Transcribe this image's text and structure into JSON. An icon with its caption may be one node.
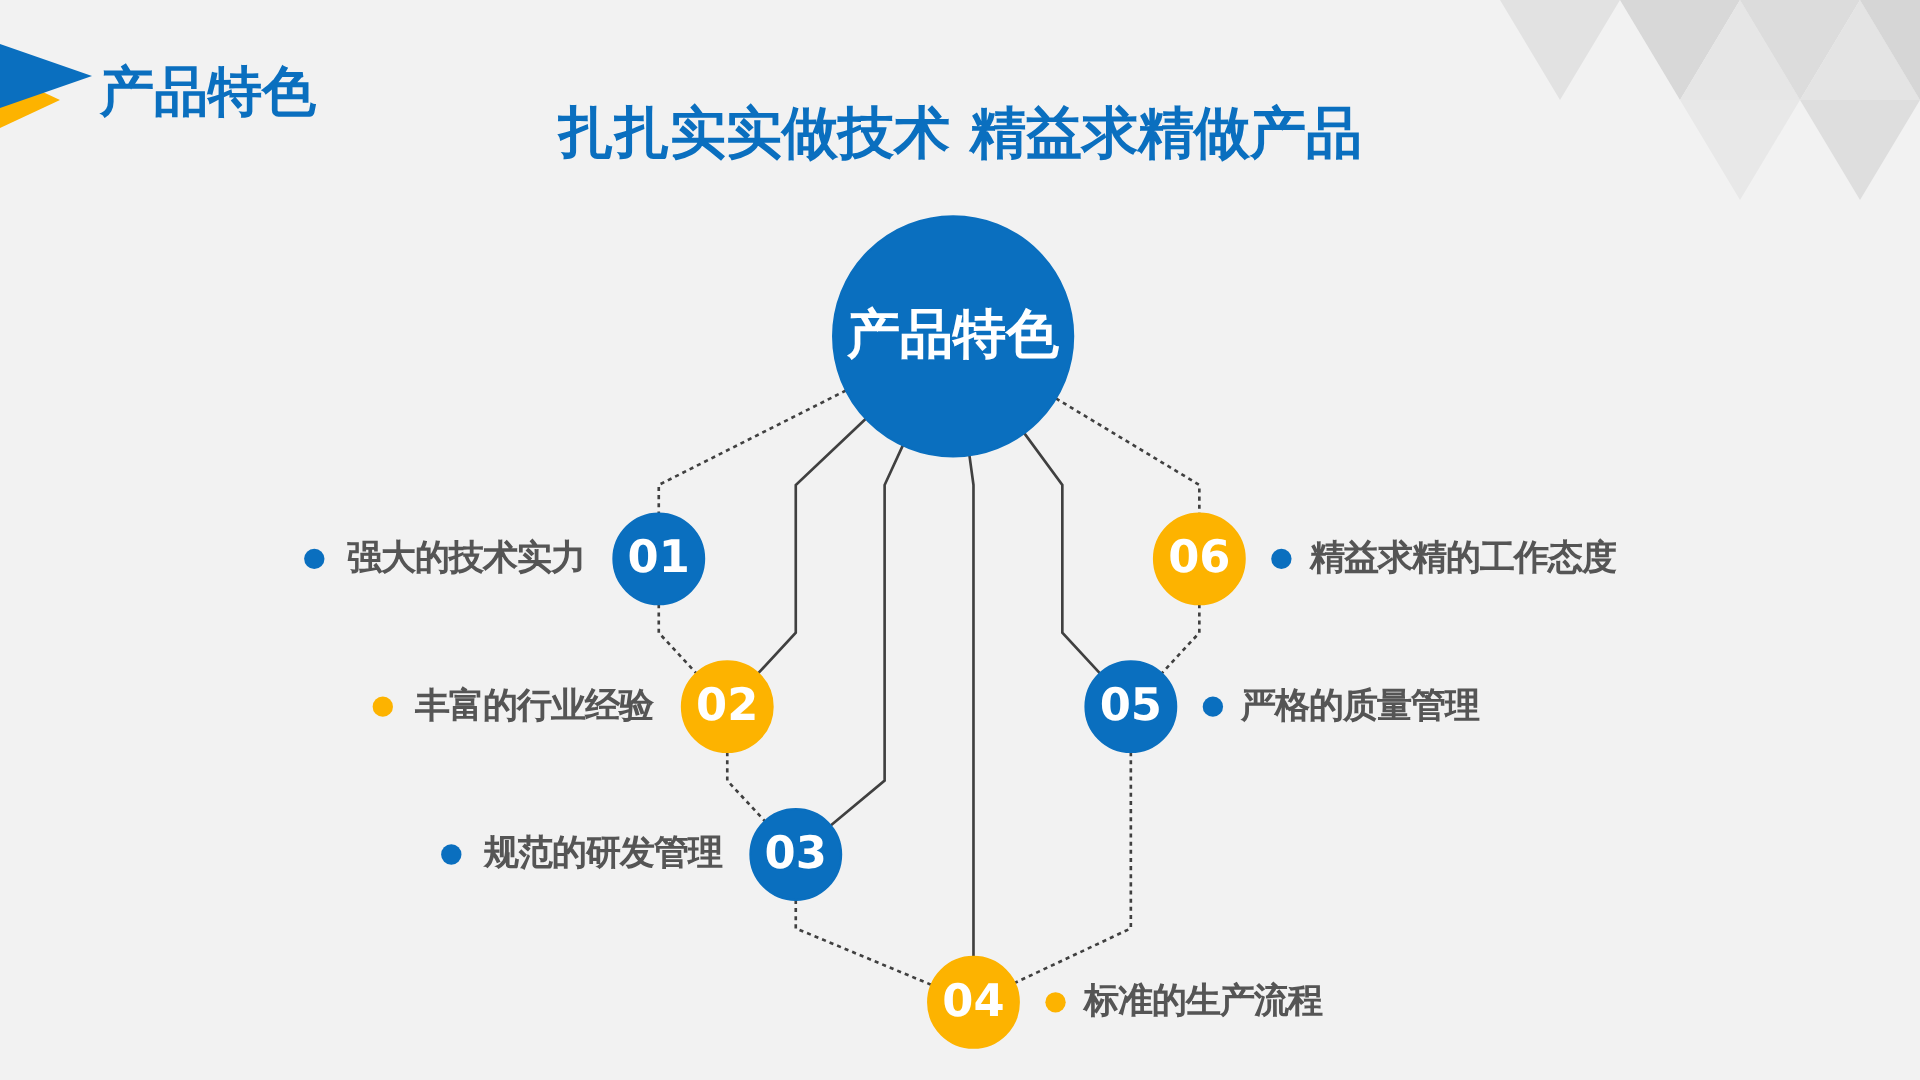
{
  "diagram": {
    "title": "产品特色",
    "nodes": [
      {
        "text": [
          "产品特色"
        ]
      },
      {
        "text": [
          "01"
        ],
        "beside": [
          "强大的技术实力"
        ]
      },
      {
        "text": [
          "02"
        ],
        "beside": [
          "丰富的行业经验"
        ]
      },
      {
        "text": [
          "03"
        ],
        "beside": [
          "规范的研发管理"
        ]
      },
      {
        "text": [
          "04"
        ],
        "beside": [
          "标准的生产流程"
        ]
      },
      {
        "text": [
          "05"
        ],
        "beside": [
          "严格的质量管理"
        ]
      },
      {
        "text": [
          "06"
        ],
        "beside": [
          "精益求精的工作态度"
        ]
      }
    ],
    "edges": [
      {
        "from": 0,
        "to": 1,
        "arrow": "none",
        "style": "dashed"
      },
      {
        "from": 1,
        "to": 2,
        "arrow": "none",
        "style": "dashed"
      },
      {
        "from": 0,
        "to": 2,
        "arrow": "none"
      },
      {
        "from": 2,
        "to": 3,
        "arrow": "none",
        "style": "dashed"
      },
      {
        "from": 0,
        "to": 3,
        "arrow": "none"
      },
      {
        "from": 3,
        "to": 4,
        "arrow": "none",
        "style": "dashed"
      },
      {
        "from": 0,
        "to": 4,
        "arrow": "none"
      },
      {
        "from": 0,
        "to": 5,
        "arrow": "none"
      },
      {
        "from": 5,
        "to": 4,
        "arrow": "none",
        "style": "dashed"
      },
      {
        "from": 6,
        "to": 5,
        "arrow": "none",
        "style": "dashed"
      },
      {
        "from": 0,
        "to": 6,
        "arrow": "none",
        "style": "dashed"
      }
    ],
    "labels": [
      "扎扎实实做技术 精益求精做产品"
    ]
  }
}
